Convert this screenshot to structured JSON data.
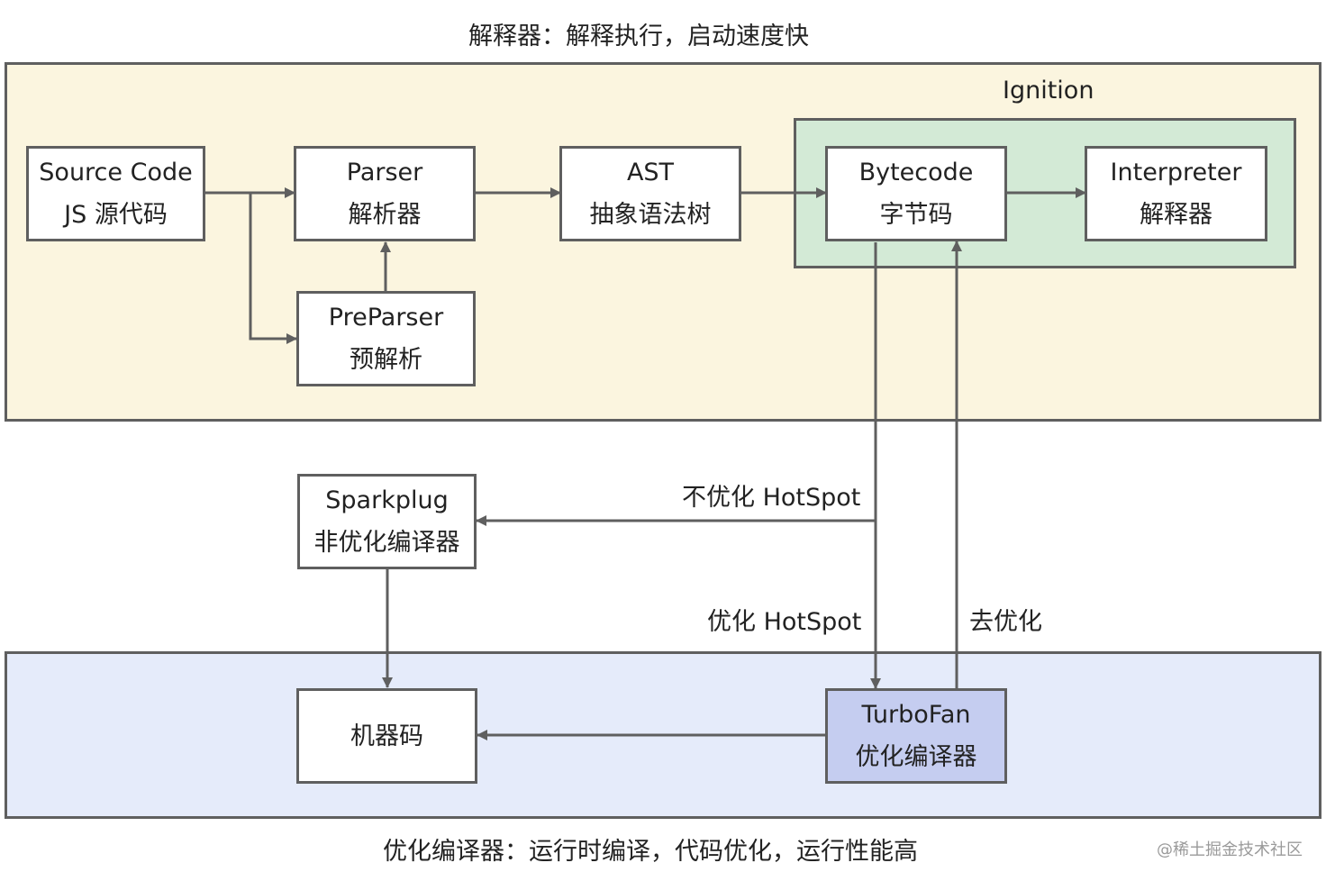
{
  "captions": {
    "interpreter": "解释器：解释执行，启动速度快",
    "optimizer": "优化编译器：运行时编译，代码优化，运行性能高",
    "ignition": "Ignition"
  },
  "nodes": {
    "source": {
      "line1": "Source Code",
      "line2": "JS 源代码"
    },
    "parser": {
      "line1": "Parser",
      "line2": "解析器"
    },
    "preparser": {
      "line1": "PreParser",
      "line2": "预解析"
    },
    "ast": {
      "line1": "AST",
      "line2": "抽象语法树"
    },
    "bytecode": {
      "line1": "Bytecode",
      "line2": "字节码"
    },
    "interpreter": {
      "line1": "Interpreter",
      "line2": "解释器"
    },
    "sparkplug": {
      "line1": "Sparkplug",
      "line2": "非优化编译器"
    },
    "machine": {
      "line1": "机器码"
    },
    "turbofan": {
      "line1": "TurboFan",
      "line2": "优化编译器"
    }
  },
  "edge_labels": {
    "non_opt_hotspot": "不优化 HotSpot",
    "opt_hotspot": "优化 HotSpot",
    "deopt": "去优化"
  },
  "watermark": "@稀土掘金技术社区",
  "colors": {
    "interpreter_region": "#fbf5df",
    "ignition_region": "#d3ead6",
    "optimizer_region": "#e5ebfa",
    "turbofan_box": "#c5cdf0",
    "line": "#5f5f5f"
  }
}
